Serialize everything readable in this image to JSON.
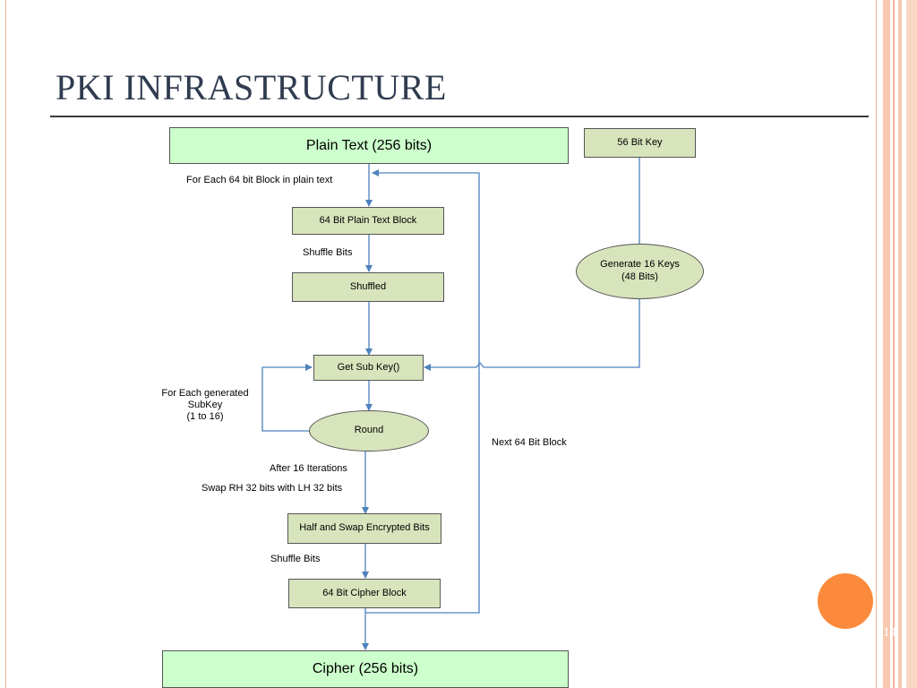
{
  "slide": {
    "title": "PKI INFRASTRUCTURE",
    "page_number": "14"
  },
  "diagram": {
    "nodes": {
      "plain_text": "Plain Text (256 bits)",
      "key_56": "56 Bit Key",
      "plain_block": "64 Bit Plain Text Block",
      "shuffled": "Shuffled",
      "generate_keys": [
        "Generate 16 Keys",
        "(48 Bits)"
      ],
      "get_subkey": "Get Sub Key()",
      "round": "Round",
      "half_swap": "Half and Swap Encrypted Bits",
      "cipher_block": "64 Bit Cipher Block",
      "cipher": "Cipher  (256 bits)"
    },
    "labels": {
      "for_each_block": "For Each 64 bit Block in plain text",
      "shuffle_bits_1": "Shuffle Bits",
      "for_each_subkey": [
        "For Each generated",
        "SubKey",
        "(1 to 16)"
      ],
      "after_iterations": "After 16 Iterations",
      "swap": "Swap RH 32 bits with LH 32 bits",
      "shuffle_bits_2": "Shuffle Bits",
      "next_block": "Next 64 Bit Block"
    }
  },
  "colors": {
    "title": "#2f3b4e",
    "box_fill": "#d8e4bc",
    "io_fill": "#ccffcc",
    "arrow": "#4f81bd",
    "accent_dot": "#fb8a3c"
  }
}
